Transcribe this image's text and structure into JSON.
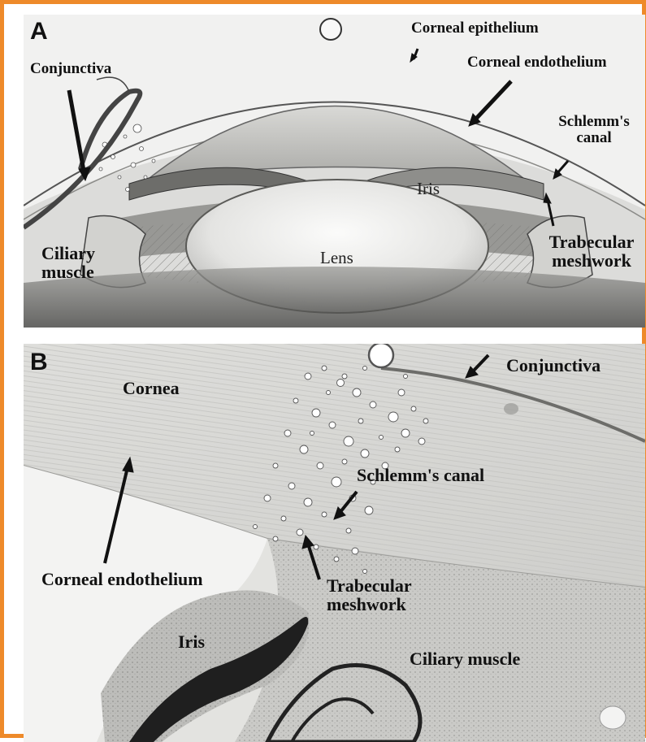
{
  "panel_a": {
    "letter": "A",
    "labels": {
      "corneal_epithelium": "Corneal epithelium",
      "corneal_endothelium": "Corneal endothelium",
      "conjunctiva": "Conjunctiva",
      "schlemms_canal": "Schlemm's canal",
      "iris": "Iris",
      "lens": "Lens",
      "ciliary_muscle": "Ciliary muscle",
      "trabecular_meshwork": "Trabecular meshwork"
    }
  },
  "panel_b": {
    "letter": "B",
    "labels": {
      "cornea": "Cornea",
      "conjunctiva": "Conjunctiva",
      "schlemms_canal": "Schlemm's canal",
      "corneal_endothelium": "Corneal endothelium",
      "trabecular_meshwork": "Trabecular meshwork",
      "iris": "Iris",
      "ciliary_muscle": "Ciliary muscle"
    }
  },
  "colors": {
    "frame_border": "#ee8a2a",
    "label_text": "#111111",
    "arrow": "#111111"
  }
}
